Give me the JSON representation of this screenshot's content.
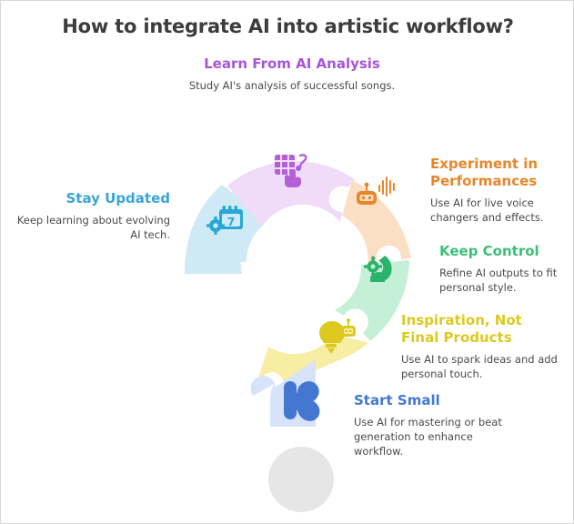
{
  "page": {
    "title": "How to integrate AI into artistic workflow?",
    "title_color": "#3c3c3c",
    "background": "#ffffff"
  },
  "diagram": {
    "shape": "question-mark-puzzle",
    "dot_color": "#e6e6e6",
    "segments": [
      {
        "id": "stay-updated",
        "order": 1,
        "fill": "#cfeaf5",
        "accent": "#38a5d8",
        "icon": "calendar-gear-icon",
        "title": "Stay Updated",
        "body": "Keep learning about evolving AI tech."
      },
      {
        "id": "learn-from-ai-analysis",
        "order": 2,
        "fill": "#f0dcf8",
        "accent": "#a855d8",
        "icon": "chart-music-hand-icon",
        "title": "Learn From AI Analysis",
        "body": "Study AI's analysis of successful songs."
      },
      {
        "id": "experiment-in-performances",
        "order": 3,
        "fill": "#fbdfc5",
        "accent": "#e8862a",
        "icon": "robot-soundwave-icon",
        "title": "Experiment in Performances",
        "body": "Use AI for live voice changers and effects."
      },
      {
        "id": "keep-control",
        "order": 4,
        "fill": "#c5f0d8",
        "accent": "#3dbf79",
        "icon": "gear-hand-icon",
        "title": "Keep Control",
        "body": "Refine AI outputs to fit personal style."
      },
      {
        "id": "inspiration-not-final-products",
        "order": 5,
        "fill": "#f7eda3",
        "accent": "#ddc91f",
        "icon": "lightbulb-robot-icon",
        "title": "Inspiration, Not Final Products",
        "body": "Use AI to spark ideas and add personal touch."
      },
      {
        "id": "start-small",
        "order": 6,
        "fill": "#d7e3fb",
        "accent": "#4478d0",
        "icon": "k-block-icon",
        "title": "Start Small",
        "body": "Use AI for mastering or beat generation to enhance workflow."
      }
    ]
  }
}
